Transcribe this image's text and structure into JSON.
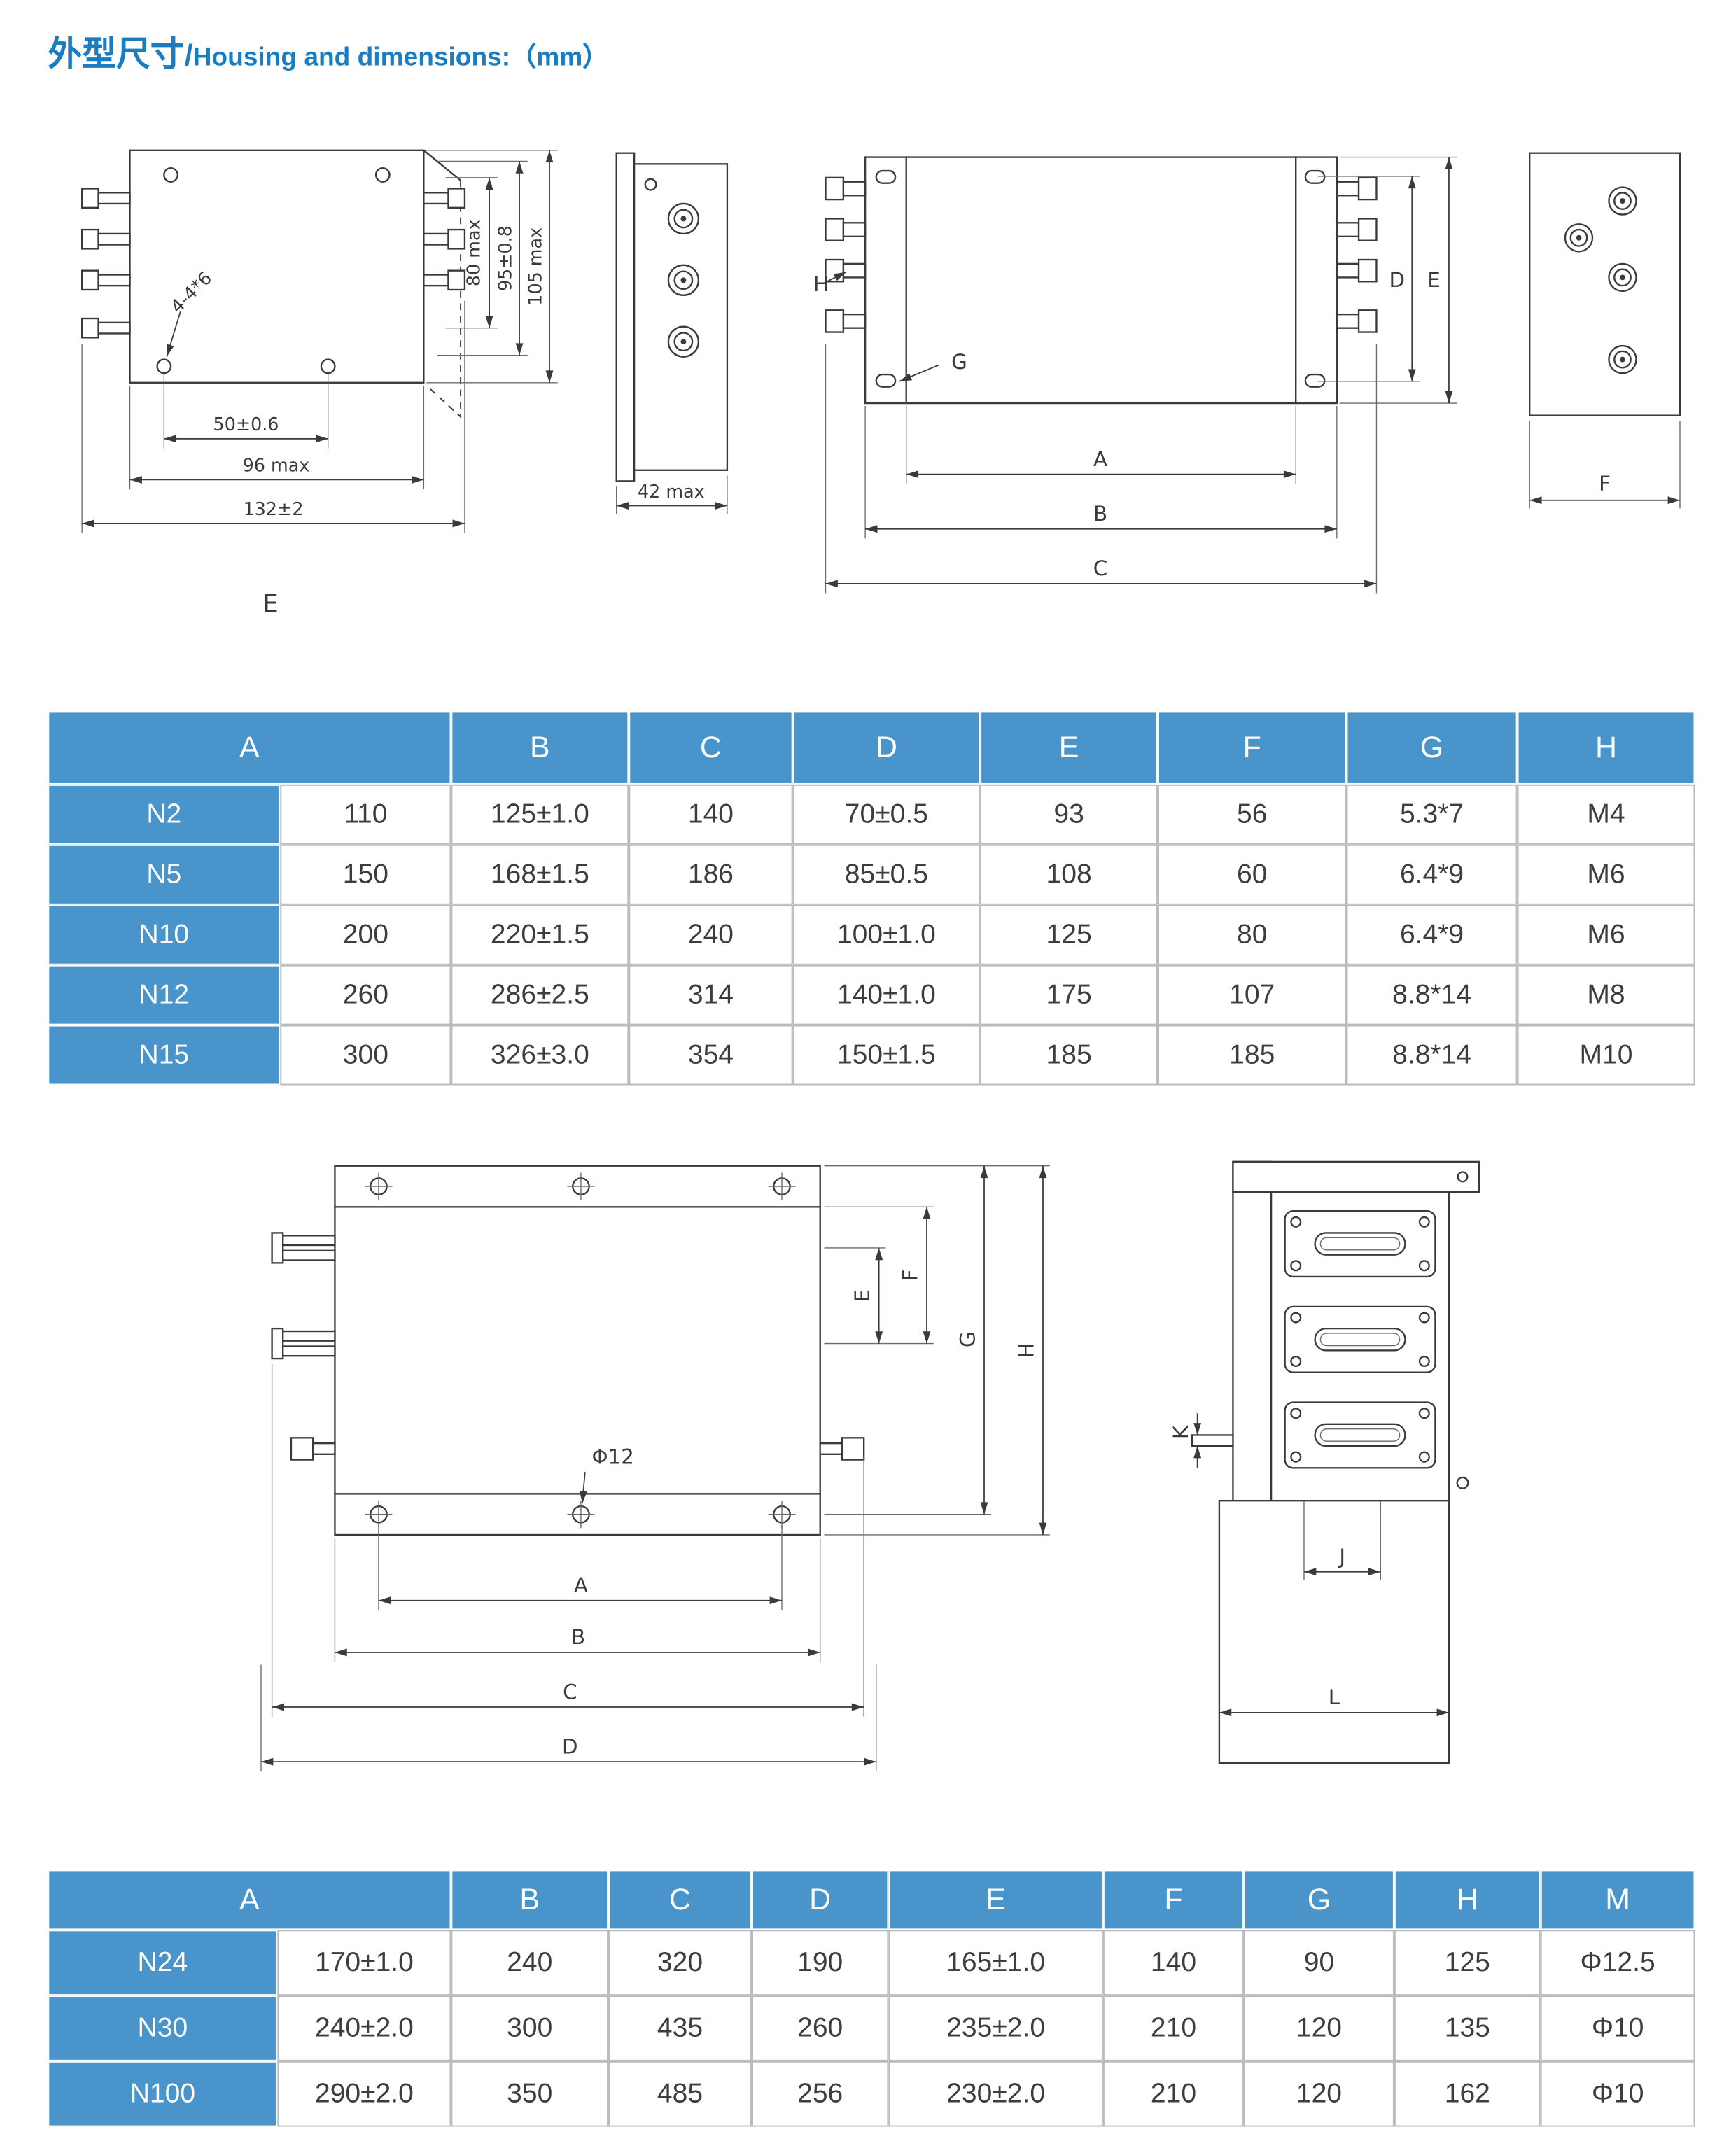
{
  "meta": {
    "title_zh": "外型尺寸",
    "title_sep": "/",
    "title_en": "Housing and dimensions:（mm）"
  },
  "colors": {
    "accent_blue": "#1a7cc1",
    "table_header_blue": "#4a94cc",
    "cell_border": "#b9bbbd",
    "drawing_line": "#3a3a3a"
  },
  "drawing1": {
    "dim_50": "50±0.6",
    "dim_96": "96 max",
    "dim_132": "132±2",
    "dim_80": "80 max",
    "dim_95": "95±0.8",
    "dim_105": "105 max",
    "hole_note": "4-4*6",
    "view_label": "E"
  },
  "drawing2": {
    "dim_42": "42 max"
  },
  "drawing3": {
    "label_h": "H",
    "label_g": "G",
    "dim_a": "A",
    "dim_b": "B",
    "dim_c": "C",
    "dim_d": "D",
    "dim_e": "E"
  },
  "drawing4": {
    "dim_f": "F"
  },
  "drawing5": {
    "hole_note": "Φ12",
    "dim_e": "E",
    "dim_f": "F",
    "dim_g": "G",
    "dim_h": "H",
    "dim_a": "A",
    "dim_b": "B",
    "dim_c": "C",
    "dim_d": "D"
  },
  "drawing6": {
    "dim_k": "K",
    "dim_j": "J",
    "dim_l": "L"
  },
  "table1": {
    "headers": [
      "A",
      "B",
      "C",
      "D",
      "E",
      "F",
      "G",
      "H"
    ],
    "rows": [
      {
        "label": "N2",
        "values": [
          "110",
          "125±1.0",
          "140",
          "70±0.5",
          "93",
          "56",
          "5.3*7",
          "M4"
        ]
      },
      {
        "label": "N5",
        "values": [
          "150",
          "168±1.5",
          "186",
          "85±0.5",
          "108",
          "60",
          "6.4*9",
          "M6"
        ]
      },
      {
        "label": "N10",
        "values": [
          "200",
          "220±1.5",
          "240",
          "100±1.0",
          "125",
          "80",
          "6.4*9",
          "M6"
        ]
      },
      {
        "label": "N12",
        "values": [
          "260",
          "286±2.5",
          "314",
          "140±1.0",
          "175",
          "107",
          "8.8*14",
          "M8"
        ]
      },
      {
        "label": "N15",
        "values": [
          "300",
          "326±3.0",
          "354",
          "150±1.5",
          "185",
          "185",
          "8.8*14",
          "M10"
        ]
      }
    ]
  },
  "table2": {
    "headers": [
      "A",
      "B",
      "C",
      "D",
      "E",
      "F",
      "G",
      "H",
      "M"
    ],
    "rows": [
      {
        "label": "N24",
        "values": [
          "170±1.0",
          "240",
          "320",
          "190",
          "165±1.0",
          "140",
          "90",
          "125",
          "Φ12.5"
        ]
      },
      {
        "label": "N30",
        "values": [
          "240±2.0",
          "300",
          "435",
          "260",
          "235±2.0",
          "210",
          "120",
          "135",
          "Φ10"
        ]
      },
      {
        "label": "N100",
        "values": [
          "290±2.0",
          "350",
          "485",
          "256",
          "230±2.0",
          "210",
          "120",
          "162",
          "Φ10"
        ]
      }
    ]
  }
}
